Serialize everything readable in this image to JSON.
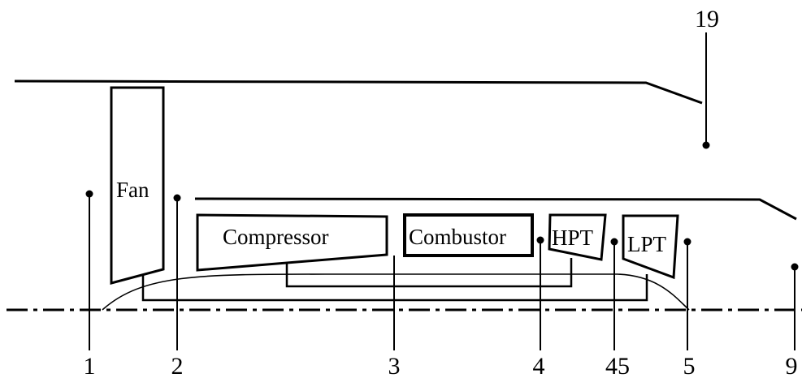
{
  "components": {
    "fan": "Fan",
    "compressor": "Compressor",
    "combustor": "Combustor",
    "hpt": "HPT",
    "lpt": "LPT"
  },
  "stations": {
    "s1": "1",
    "s2": "2",
    "s3": "3",
    "s4": "4",
    "s45": "45",
    "s5": "5",
    "s9": "9",
    "s19": "19"
  }
}
